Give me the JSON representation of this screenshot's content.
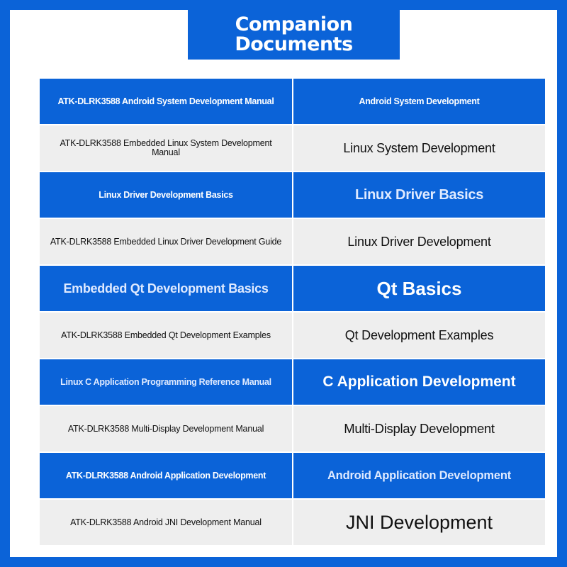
{
  "title": "Companion Documents",
  "rows": [
    {
      "style": "blue",
      "left": "ATK-DLRK3588 Android System Development Manual",
      "right": "Android System Development"
    },
    {
      "style": "gray",
      "left": "ATK-DLRK3588 Embedded Linux System Development Manual",
      "right": "Linux System Development"
    },
    {
      "style": "blue",
      "left": "Linux Driver Development Basics",
      "right": "Linux Driver Basics"
    },
    {
      "style": "gray",
      "left": "ATK-DLRK3588 Embedded Linux Driver Development Guide",
      "right": "Linux Driver Development"
    },
    {
      "style": "blue",
      "left": "Embedded Qt Development Basics",
      "right": "Qt Basics"
    },
    {
      "style": "gray",
      "left": "ATK-DLRK3588 Embedded Qt Development Examples",
      "right": "Qt Development Examples"
    },
    {
      "style": "blue",
      "left": "Linux C Application Programming Reference Manual",
      "right": "C Application Development"
    },
    {
      "style": "gray",
      "left": "ATK-DLRK3588 Multi-Display Development Manual",
      "right": "Multi-Display Development"
    },
    {
      "style": "blue",
      "left": "ATK-DLRK3588 Android Application Development",
      "right": "Android Application Development"
    },
    {
      "style": "gray",
      "left": "ATK-DLRK3588 Android JNI Development Manual",
      "right": "JNI Development"
    }
  ],
  "colors": {
    "brand_blue": "#0b63d8",
    "row_gray": "#eeeeee",
    "text_white": "#ffffff",
    "text_dark": "#111111"
  }
}
